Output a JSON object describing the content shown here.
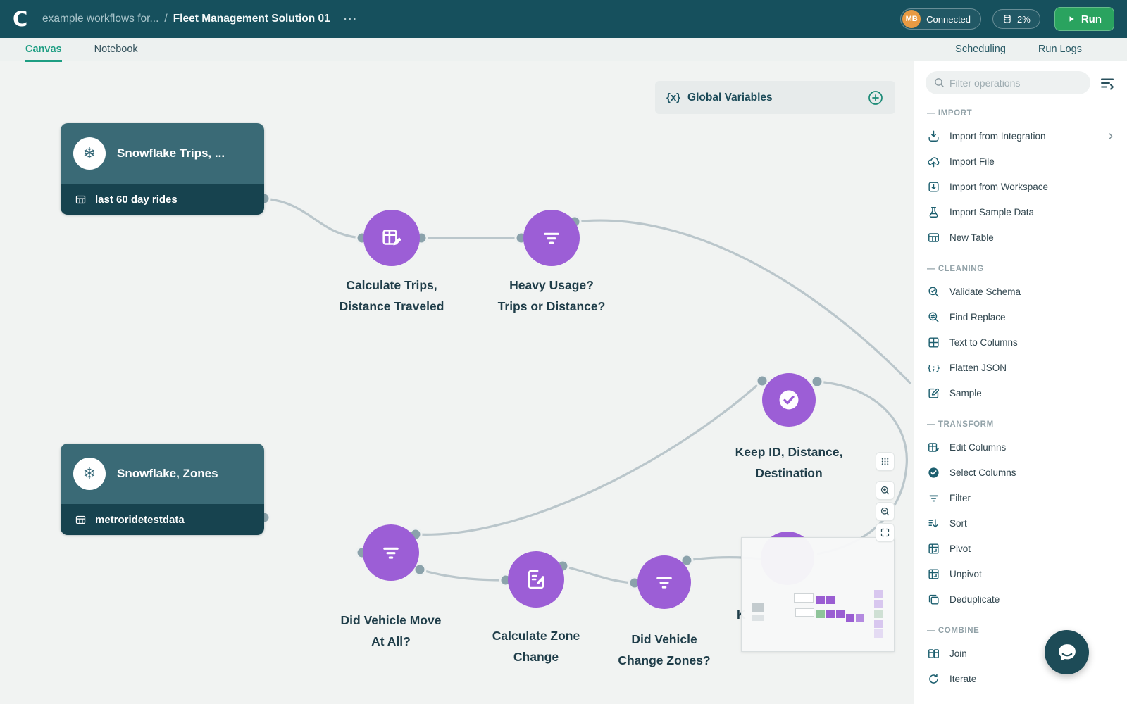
{
  "colors": {
    "header_bg": "#16505d",
    "accent": "#1e9e83",
    "purple": "#9c5ed6",
    "run_green": "#2aa35f",
    "avatar_orange": "#e89a43",
    "node_top": "#3a6a76",
    "node_bottom": "#17434f",
    "canvas_bg": "#f1f3f2",
    "edge": "#bac6cb",
    "port": "#8ba2ab",
    "icon_teal": "#1d5f6f",
    "text_dark": "#1f3d49"
  },
  "header": {
    "logo": "C",
    "breadcrumb_prefix": "example workflows for...",
    "breadcrumb_separator": "/",
    "title": "Fleet Management Solution 01",
    "more": "⋯",
    "avatar_initials": "MB",
    "connected_label": "Connected",
    "usage_percent": "2%",
    "run_label": "Run"
  },
  "tabs": {
    "canvas": "Canvas",
    "notebook": "Notebook",
    "scheduling": "Scheduling",
    "run_logs": "Run Logs"
  },
  "canvas": {
    "global_variables": {
      "icon": "{x}",
      "label": "Global Variables"
    },
    "nodes": {
      "trips": {
        "title": "Snowflake Trips, ...",
        "table": "last 60 day rides"
      },
      "zones": {
        "title": "Snowflake, Zones",
        "table": "metroridetestdata"
      },
      "calc_trips": {
        "l1": "Calculate Trips,",
        "l2": "Distance Traveled"
      },
      "heavy_usage": {
        "l1": "Heavy Usage?",
        "l2": "Trips or Distance?"
      },
      "keep_id": {
        "l1": "Keep ID, Distance,",
        "l2": "Destination"
      },
      "vehicle_move": {
        "l1": "Did Vehicle Move",
        "l2": "At All?"
      },
      "zone_change": {
        "l1": "Calculate Zone",
        "l2": "Change"
      },
      "changed_zones": {
        "l1": "Did Vehicle",
        "l2": "Change Zones?"
      },
      "partial_label": "K"
    }
  },
  "sidebar": {
    "search_placeholder": "Filter operations",
    "section_dash": "—",
    "chevron": "›",
    "sections": [
      {
        "title": "IMPORT",
        "items": [
          {
            "label": "Import from Integration",
            "icon": "integration",
            "chevron": true
          },
          {
            "label": "Import File",
            "icon": "upload-cloud"
          },
          {
            "label": "Import from Workspace",
            "icon": "workspace"
          },
          {
            "label": "Import Sample Data",
            "icon": "flask"
          },
          {
            "label": "New Table",
            "icon": "table"
          }
        ]
      },
      {
        "title": "CLEANING",
        "items": [
          {
            "label": "Validate Schema",
            "icon": "validate"
          },
          {
            "label": "Find Replace",
            "icon": "find-replace"
          },
          {
            "label": "Text to Columns",
            "icon": "text-columns"
          },
          {
            "label": "Flatten JSON",
            "icon": "braces"
          },
          {
            "label": "Sample",
            "icon": "sample"
          }
        ]
      },
      {
        "title": "TRANSFORM",
        "items": [
          {
            "label": "Edit Columns",
            "icon": "edit-columns"
          },
          {
            "label": "Select Columns",
            "icon": "select-columns"
          },
          {
            "label": "Filter",
            "icon": "filter"
          },
          {
            "label": "Sort",
            "icon": "sort"
          },
          {
            "label": "Pivot",
            "icon": "pivot"
          },
          {
            "label": "Unpivot",
            "icon": "unpivot"
          },
          {
            "label": "Deduplicate",
            "icon": "dedupe"
          }
        ]
      },
      {
        "title": "COMBINE",
        "items": [
          {
            "label": "Join",
            "icon": "join"
          },
          {
            "label": "Iterate",
            "icon": "iterate"
          }
        ]
      }
    ]
  }
}
